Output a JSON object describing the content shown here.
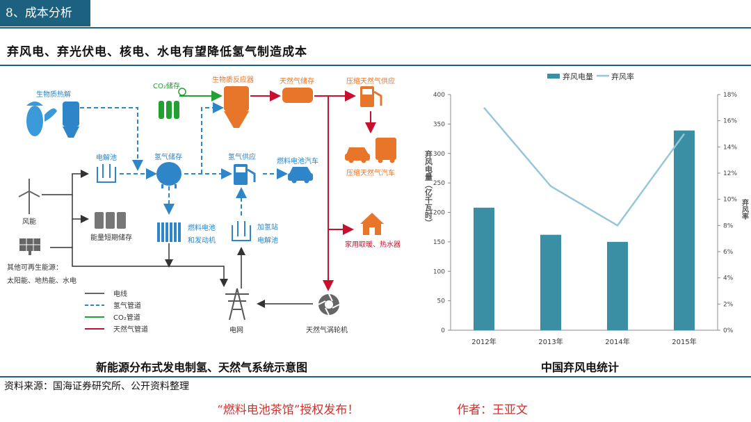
{
  "section": {
    "tag": "8、成本分析"
  },
  "slide": {
    "title": "弃风电、弃光伏电、核电、水电有望降低氢气制造成本"
  },
  "diagram": {
    "caption": "新能源分布式发电制氢、天然气系统示意图",
    "nodes": {
      "biomass_pyrolysis": "生物质热解",
      "co2_storage": "CO₂储存",
      "bio_reactor": "生物质反应器",
      "gas_storage": "天然气储存",
      "cng_supply": "压缩天然气供应",
      "cng_vehicle": "压缩天然气汽车",
      "electrolyzer": "电解池",
      "h2_storage": "氢气储存",
      "h2_supply": "氢气供应",
      "fc_vehicle": "燃料电池汽车",
      "wind": "风能",
      "battery": "能量短期储存",
      "fc_engine_l1": "燃料电池",
      "fc_engine_l2": "和发动机",
      "station_l1": "加氢站",
      "station_l2": "电解池",
      "home_heat": "家用取暖、热水器",
      "other_renew_l1": "其他可再生能源：",
      "other_renew_l2": "太阳能、地热能、水电",
      "grid": "电网",
      "gas_turbine": "天然气涡轮机"
    },
    "legend": [
      {
        "label": "电线",
        "color": "#333333",
        "dash": false
      },
      {
        "label": "氢气管道",
        "color": "#2e86c8",
        "dash": true
      },
      {
        "label": "CO₂管道",
        "color": "#22a032",
        "dash": false
      },
      {
        "label": "天然气管道",
        "color": "#c8102e",
        "dash": false
      }
    ],
    "colors": {
      "blue": "#2e86c8",
      "orange": "#e8762a",
      "green": "#22a032",
      "red": "#c8102e",
      "gray": "#555555"
    }
  },
  "chart_data": {
    "type": "bar",
    "caption": "中国弃风电统计",
    "categories": [
      "2012年",
      "2013年",
      "2014年",
      "2015年"
    ],
    "series": [
      {
        "name": "弃风电量",
        "type": "bar",
        "axis": "left",
        "color": "#3a8fa5",
        "values": [
          208,
          162,
          150,
          339
        ]
      },
      {
        "name": "弃风率",
        "type": "line",
        "axis": "right",
        "color": "#95c6d9",
        "values": [
          17,
          11,
          8,
          15
        ]
      }
    ],
    "y_left": {
      "label": "弃风电量（亿千瓦时）",
      "min": 0,
      "max": 400,
      "ticks": [
        "0",
        "50",
        "100",
        "150",
        "200",
        "250",
        "300",
        "350",
        "400"
      ]
    },
    "y_right": {
      "label": "弃风率",
      "min": 0,
      "max": 18,
      "ticks": [
        "0%",
        "2%",
        "4%",
        "6%",
        "8%",
        "10%",
        "12%",
        "14%",
        "16%",
        "18%"
      ]
    },
    "legend_position": "top",
    "grid": false
  },
  "footer": {
    "source": "资料来源：国海证券研究所、公开资料整理",
    "publish": "“燃料电池茶馆”授权发布！",
    "author": "作者：王亚文"
  }
}
